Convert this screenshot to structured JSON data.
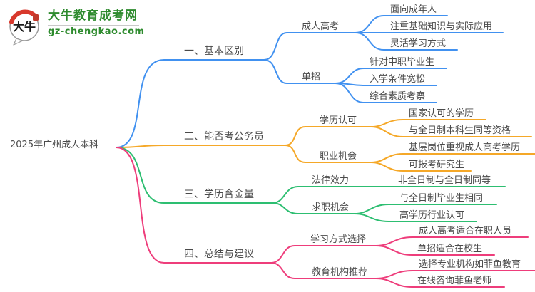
{
  "logo": {
    "badge_text": "大牛",
    "title": "大牛教育成考网",
    "domain": "gz-chengkao.com"
  },
  "root": "2025年广州成人本科",
  "colors": {
    "text": "#4a4a4a",
    "logo_green": "#2e8b2e",
    "logo_red": "#d8382c"
  },
  "branches": [
    {
      "label": "一、基本区别",
      "color": "#4191f0",
      "children": [
        {
          "label": "成人高考",
          "leaves": [
            "面向成年人",
            "注重基础知识与实际应用",
            "灵活学习方式"
          ]
        },
        {
          "label": "单招",
          "leaves": [
            "针对中职毕业生",
            "入学条件宽松",
            "综合素质考察"
          ]
        }
      ]
    },
    {
      "label": "二、能否考公务员",
      "color": "#f5a828",
      "children": [
        {
          "label": "学历认可",
          "leaves": [
            "国家认可的学历",
            "与全日制本科生同等资格"
          ]
        },
        {
          "label": "职业机会",
          "leaves": [
            "基层岗位重视成人高考学历",
            "可报考研究生"
          ]
        }
      ]
    },
    {
      "label": "三、学历含金量",
      "color": "#2dbe71",
      "children": [
        {
          "label": "法律效力",
          "leaves": [
            "非全日制与全日制同等"
          ]
        },
        {
          "label": "求职机会",
          "leaves": [
            "与全日制毕业生相同",
            "高学历行业认可"
          ]
        }
      ]
    },
    {
      "label": "四、总结与建议",
      "color": "#ee3d7b",
      "children": [
        {
          "label": "学习方式选择",
          "leaves": [
            "成人高考适合在职人员",
            "单招适合在校生"
          ]
        },
        {
          "label": "教育机构推荐",
          "leaves": [
            "选择专业机构如菲鱼教育",
            "在线咨询菲鱼老师"
          ]
        }
      ]
    }
  ]
}
